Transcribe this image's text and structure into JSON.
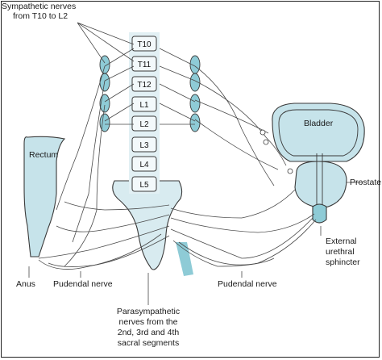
{
  "labels": {
    "sympathetic": [
      "Sympathetic nerves",
      "from T10 to L2"
    ],
    "rectum": "Rectum",
    "bladder": "Bladder",
    "prostate": "Prostate",
    "external_sphincter": [
      "External",
      "urethral",
      "sphincter"
    ],
    "anus": "Anus",
    "pudendal_left": "Pudendal nerve",
    "pudendal_right": "Pudendal nerve",
    "parasympathetic": [
      "Parasympathetic",
      "nerves from the",
      "2nd, 3rd and 4th",
      "sacral segments"
    ]
  },
  "vertebrae": [
    "T10",
    "T11",
    "T12",
    "L1",
    "L2",
    "L3",
    "L4",
    "L5"
  ],
  "colors": {
    "organ_fill": "#c6e3ea",
    "ganglion_fill": "#8ecbd6",
    "outline": "#3a3a3a",
    "nerve": "#4a4a4a"
  }
}
